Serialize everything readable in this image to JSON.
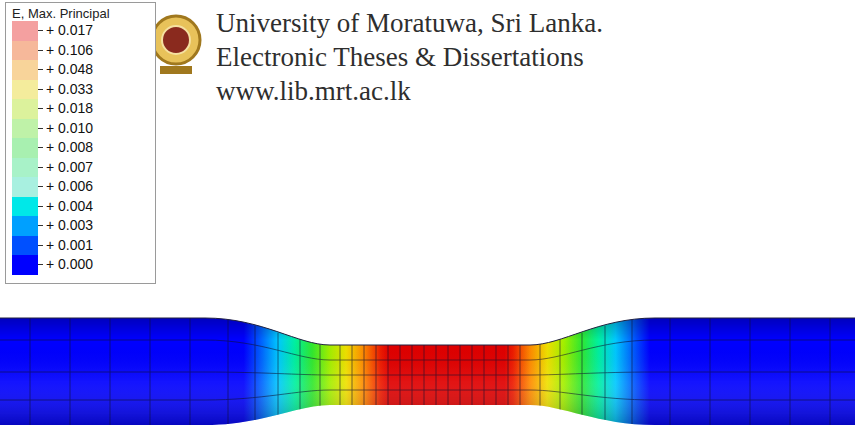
{
  "diagram": {
    "title": "E, Max. Principal",
    "labels": [
      "University of Moratuwa, Sri Lanka.",
      "Electronic Theses & Dissertations",
      "www.lib.mrt.ac.lk"
    ],
    "legend": [
      {
        "text": "+ 0.017",
        "color": "#f4a0a0"
      },
      {
        "text": "+ 0.106",
        "color": "#f6b89a"
      },
      {
        "text": "+ 0.048",
        "color": "#f8d49a"
      },
      {
        "text": "+ 0.033",
        "color": "#f4ec9c"
      },
      {
        "text": "+ 0.018",
        "color": "#dcf29c"
      },
      {
        "text": "+ 0.010",
        "color": "#bff2a8"
      },
      {
        "text": "+ 0.008",
        "color": "#a8f0b0"
      },
      {
        "text": "+ 0.007",
        "color": "#a8f2c8"
      },
      {
        "text": "+ 0.006",
        "color": "#a8f0e0"
      },
      {
        "text": "+ 0.004",
        "color": "#00e8e8"
      },
      {
        "text": "+ 0.003",
        "color": "#00a0ff"
      },
      {
        "text": "+ 0.001",
        "color": "#0050ff"
      },
      {
        "text": "+ 0.000",
        "color": "#0000ff"
      }
    ]
  }
}
